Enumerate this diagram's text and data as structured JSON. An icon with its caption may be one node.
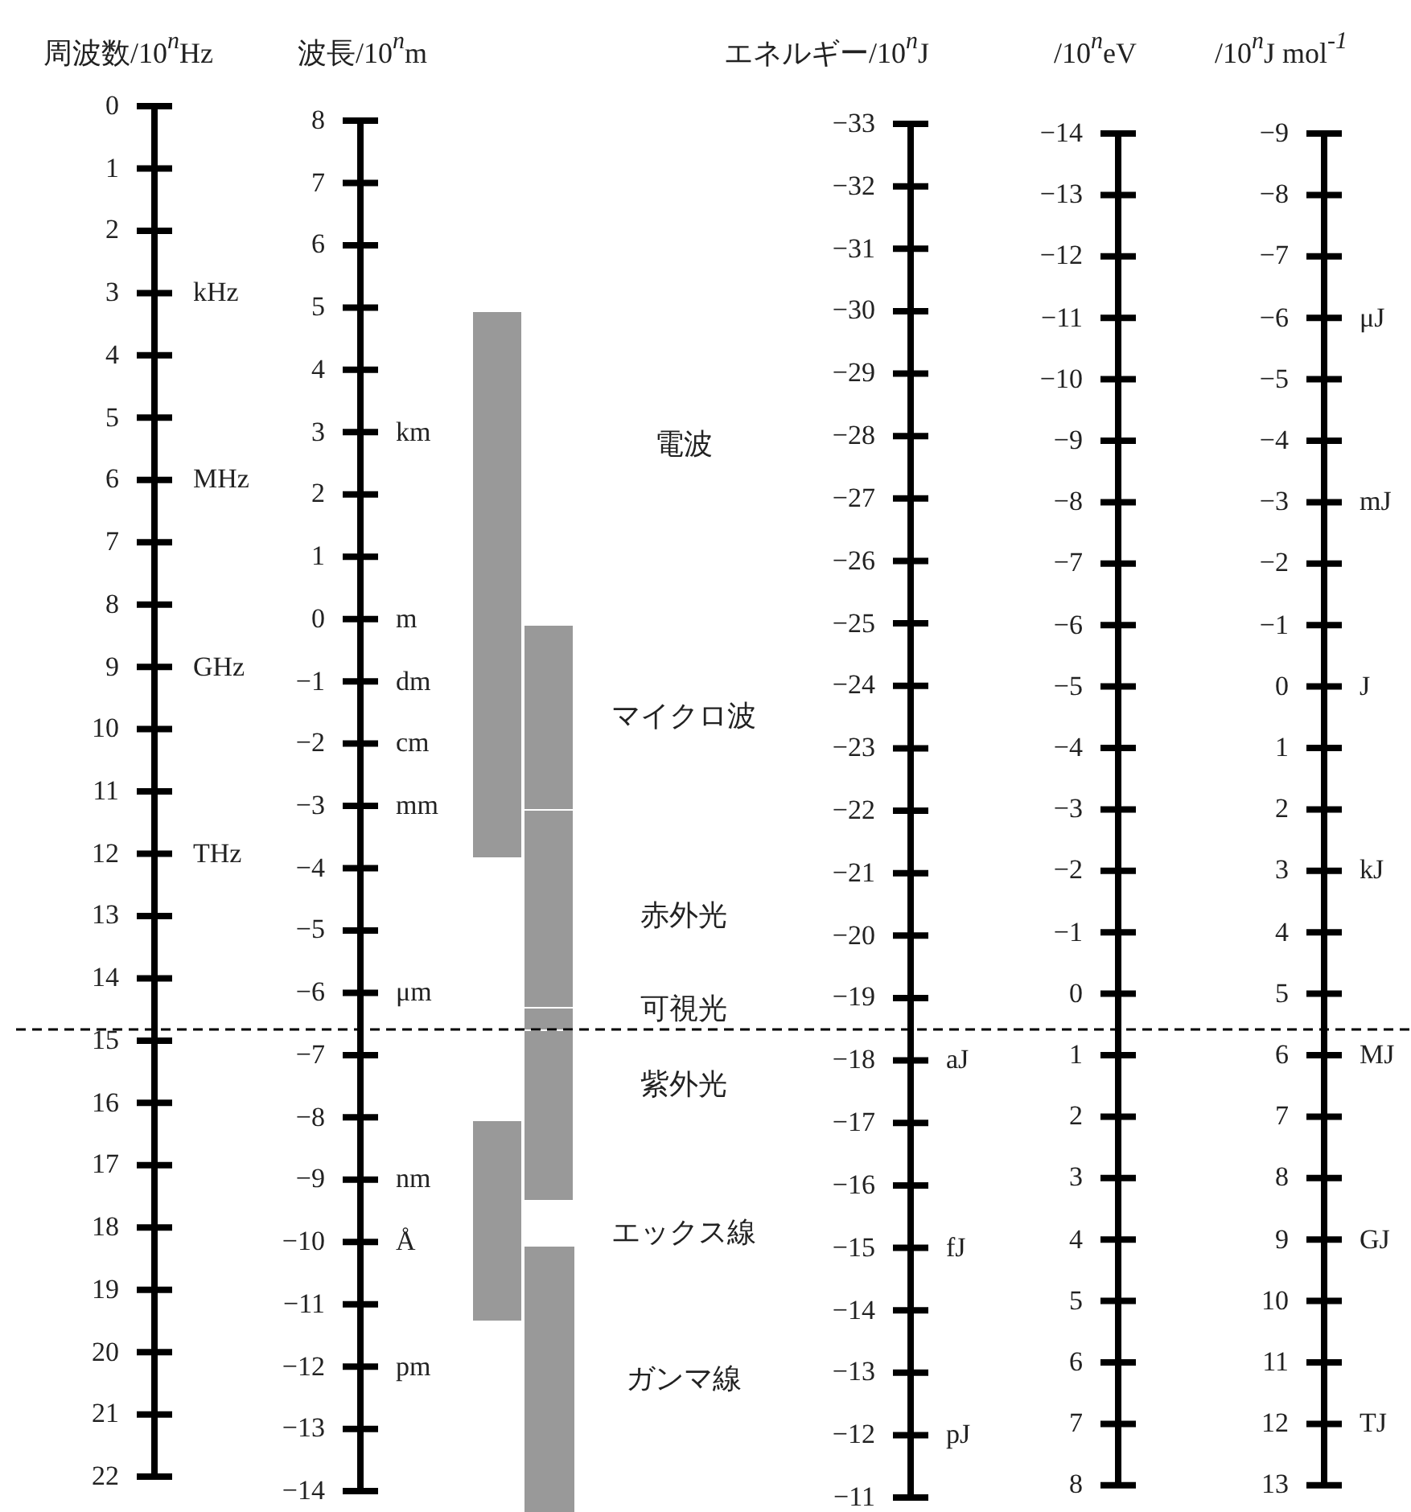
{
  "diagram": {
    "nodes": [
      {
        "text": [],
        "shape": "bar"
      },
      {
        "text": [],
        "shape": "bar"
      },
      {
        "text": [],
        "shape": "bar"
      },
      {
        "text": [],
        "shape": "bar"
      },
      {
        "text": [],
        "shape": "bar"
      },
      {
        "text": [],
        "shape": "bar"
      },
      {
        "text": [],
        "shape": "bar"
      }
    ],
    "labels": [
      "周波数/10$^{n}$Hz",
      "波長/10$^{n}$m",
      "エネルギー/10$^{n}$J",
      "/10$^{n}$eV",
      "/10$^{n}$J mol$^{-1}$",
      "0",
      "1",
      "2",
      "3",
      "4",
      "5",
      "6",
      "7",
      "8",
      "9",
      "10",
      "11",
      "12",
      "13",
      "14",
      "15",
      "16",
      "17",
      "18",
      "19",
      "20",
      "21",
      "22",
      "kHz",
      "MHz",
      "GHz",
      "THz",
      "8",
      "7",
      "6",
      "5",
      "4",
      "3",
      "2",
      "1",
      "0",
      "−1",
      "−2",
      "−3",
      "−4",
      "−5",
      "−6",
      "−7",
      "−8",
      "−9",
      "−10",
      "−11",
      "−12",
      "−13",
      "−14",
      "km",
      "m",
      "dm",
      "cm",
      "mm",
      "μm",
      "nm",
      "Å",
      "pm",
      "−33",
      "−32",
      "−31",
      "−30",
      "−29",
      "−28",
      "−27",
      "−26",
      "−25",
      "−24",
      "−23",
      "−22",
      "−21",
      "−20",
      "−19",
      "−18",
      "−17",
      "−16",
      "−15",
      "−14",
      "−13",
      "−12",
      "−11",
      "aJ",
      "fJ",
      "pJ",
      "−14",
      "−13",
      "−12",
      "−11",
      "−10",
      "−9",
      "−8",
      "−7",
      "−6",
      "−5",
      "−4",
      "−3",
      "−2",
      "−1",
      "0",
      "1",
      "2",
      "3",
      "4",
      "5",
      "6",
      "7",
      "8",
      "−9",
      "−8",
      "−7",
      "−6",
      "−5",
      "−4",
      "−3",
      "−2",
      "−1",
      "0",
      "1",
      "2",
      "3",
      "4",
      "5",
      "6",
      "7",
      "8",
      "9",
      "10",
      "11",
      "12",
      "13",
      "μJ",
      "mJ",
      "J",
      "kJ",
      "MJ",
      "GJ",
      "TJ",
      "電波",
      "マイクロ波",
      "赤外光",
      "可視光",
      "紫外光",
      "エックス線",
      "ガンマ線"
    ]
  }
}
